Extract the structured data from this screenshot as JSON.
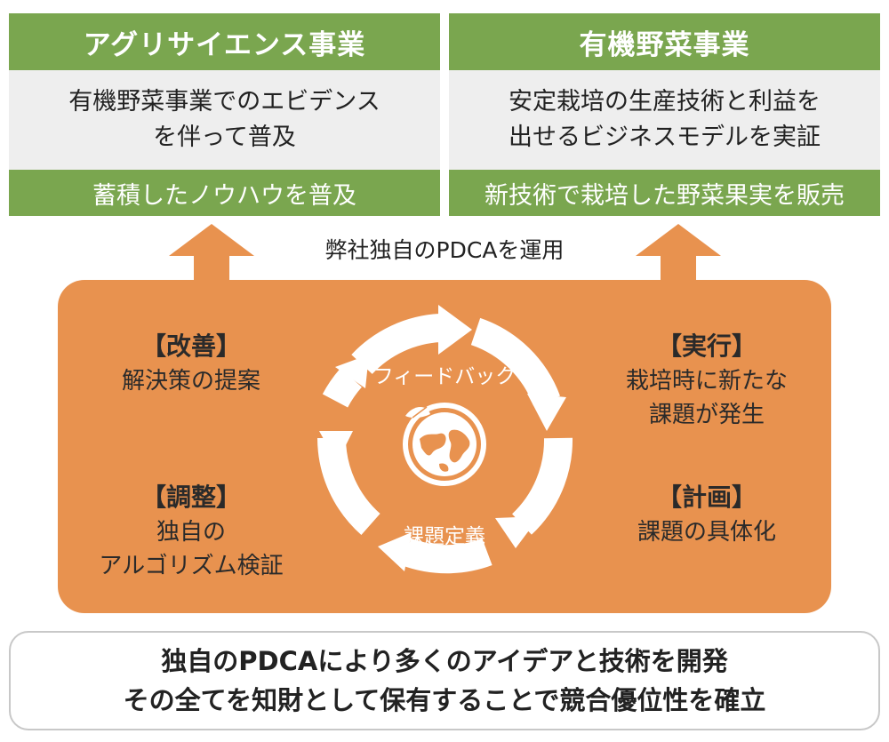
{
  "colors": {
    "green": "#7aa64f",
    "orange": "#e8924f",
    "grey": "#eeeeee"
  },
  "left_box": {
    "header": "アグリサイエンス事業",
    "body_lines": [
      "有機野菜事業でのエビデンス",
      "を伴って普及"
    ],
    "footer": "蓄積したノウハウを普及"
  },
  "right_box": {
    "header": "有機野菜事業",
    "body_lines": [
      "安定栽培の生産技術と利益を",
      "出せるビジネスモデルを実証"
    ],
    "footer": "新技術で栽培した野菜果実を販売"
  },
  "pdca_label": "弊社独自のPDCAを運用",
  "phases": {
    "improve": {
      "title": "【改善】",
      "desc_lines": [
        "解決策の提案"
      ]
    },
    "adjust": {
      "title": "【調整】",
      "desc_lines": [
        "独自の",
        "アルゴリズム検証"
      ]
    },
    "execute": {
      "title": "【実行】",
      "desc_lines": [
        "栽培時に新たな",
        "課題が発生"
      ]
    },
    "plan": {
      "title": "【計画】",
      "desc_lines": [
        "課題の具体化"
      ]
    }
  },
  "cycle": {
    "top_label": "フィードバック",
    "bottom_label": "課題定義",
    "center_icon": "globe-leaf-icon"
  },
  "summary_lines": [
    "独自のPDCAにより多くのアイデアと技術を開発",
    "その全てを知財として保有することで競合優位性を確立"
  ]
}
